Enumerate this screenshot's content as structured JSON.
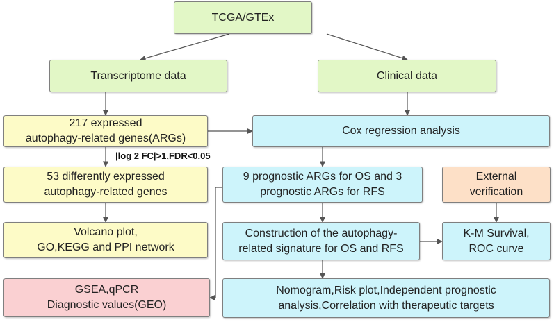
{
  "nodes": {
    "tcga": {
      "lines": [
        "TCGA/GTEx"
      ],
      "color": "#e2f7c6"
    },
    "transcriptome": {
      "lines": [
        "Transcriptome data"
      ],
      "color": "#e2f7c6"
    },
    "clinical": {
      "lines": [
        "Clinical data"
      ],
      "color": "#e2f7c6"
    },
    "args217": {
      "lines": [
        "217 expressed",
        "autophagy-related genes(ARGs)"
      ],
      "color": "#fdfbc7"
    },
    "cox": {
      "lines": [
        "Cox regression analysis"
      ],
      "color": "#cdf4fb"
    },
    "degs53": {
      "lines": [
        "53 differently expressed",
        "autophagy-related genes"
      ],
      "color": "#fdfbc7"
    },
    "prognostic9": {
      "lines": [
        "9 prognostic ARGs for OS and 3",
        "prognostic ARGs for RFS"
      ],
      "color": "#cdf4fb"
    },
    "external": {
      "lines": [
        "External",
        "verification"
      ],
      "color": "#fde0c7"
    },
    "volcano": {
      "lines": [
        "Volcano plot,",
        "GO,KEGG and PPI network"
      ],
      "color": "#fdfbc7"
    },
    "signature": {
      "lines": [
        "Construction of  the autophagy-",
        "related signature for OS and RFS"
      ],
      "color": "#cdf4fb"
    },
    "km": {
      "lines": [
        "K-M Survival,",
        "ROC curve"
      ],
      "color": "#cdf4fb"
    },
    "gsea": {
      "lines": [
        "GSEA,qPCR",
        "Diagnostic values(GEO)"
      ],
      "color": "#fad0d2"
    },
    "nomogram": {
      "lines": [
        "Nomogram,Risk plot,Independent prognostic",
        "analysis,Correlation with therapeutic targets"
      ],
      "color": "#cdf4fb"
    }
  },
  "edge_label": "|log 2 FC|>1,FDR<0.05",
  "line_color": "#555555"
}
